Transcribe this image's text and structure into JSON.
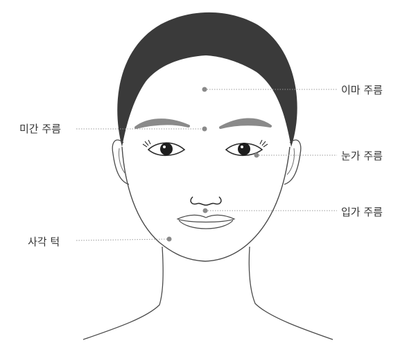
{
  "labels": {
    "forehead": "이마 주름",
    "glabella": "미간 주름",
    "eye": "눈가 주름",
    "mouth": "입가 주름",
    "jaw": "사각 턱"
  },
  "colors": {
    "hair": "#3a3a3a",
    "line": "#4a4a4a",
    "marker": "#8a8a8a",
    "leader": "#9a9a9a",
    "text": "#333333"
  }
}
